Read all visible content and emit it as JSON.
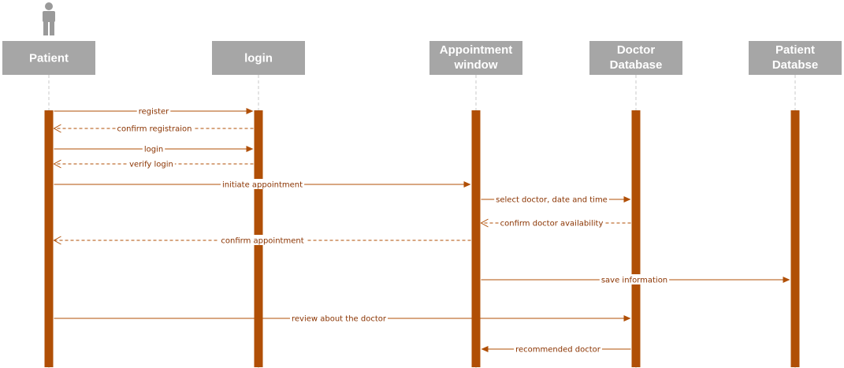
{
  "diagram": {
    "type": "sequence",
    "actor_icon": "person-icon",
    "colors": {
      "header_fill": "#a6a6a6",
      "header_text": "#ffffff",
      "activation": "#b04f06",
      "message": "#b04f06",
      "message_text": "#8a3300",
      "lifeline": "#c8c8c8",
      "actor": "#9a9a9a"
    },
    "participants": [
      {
        "id": "patient",
        "label": "Patient",
        "has_actor": true
      },
      {
        "id": "login",
        "label": "login"
      },
      {
        "id": "appointment",
        "label": "Appointment window"
      },
      {
        "id": "doctor_db",
        "label": "Doctor Database"
      },
      {
        "id": "patient_db",
        "label": "Patient Databse"
      }
    ],
    "messages": [
      {
        "from": "patient",
        "to": "login",
        "label": "register",
        "style": "solid"
      },
      {
        "from": "login",
        "to": "patient",
        "label": "confirm registraion",
        "style": "dashed"
      },
      {
        "from": "patient",
        "to": "login",
        "label": "login",
        "style": "solid"
      },
      {
        "from": "login",
        "to": "patient",
        "label": "verify login",
        "style": "dashed"
      },
      {
        "from": "patient",
        "to": "appointment",
        "label": "initiate appointment",
        "style": "solid"
      },
      {
        "from": "appointment",
        "to": "doctor_db",
        "label": "select doctor, date and time",
        "style": "solid"
      },
      {
        "from": "doctor_db",
        "to": "appointment",
        "label": "confirm doctor availability",
        "style": "dashed"
      },
      {
        "from": "appointment",
        "to": "patient",
        "label": "confirm appointment",
        "style": "dashed"
      },
      {
        "from": "appointment",
        "to": "patient_db",
        "label": "save information",
        "style": "solid"
      },
      {
        "from": "patient",
        "to": "doctor_db",
        "label": "review about the doctor",
        "style": "solid"
      },
      {
        "from": "doctor_db",
        "to": "appointment",
        "label": "recommended doctor",
        "style": "solid"
      }
    ]
  }
}
